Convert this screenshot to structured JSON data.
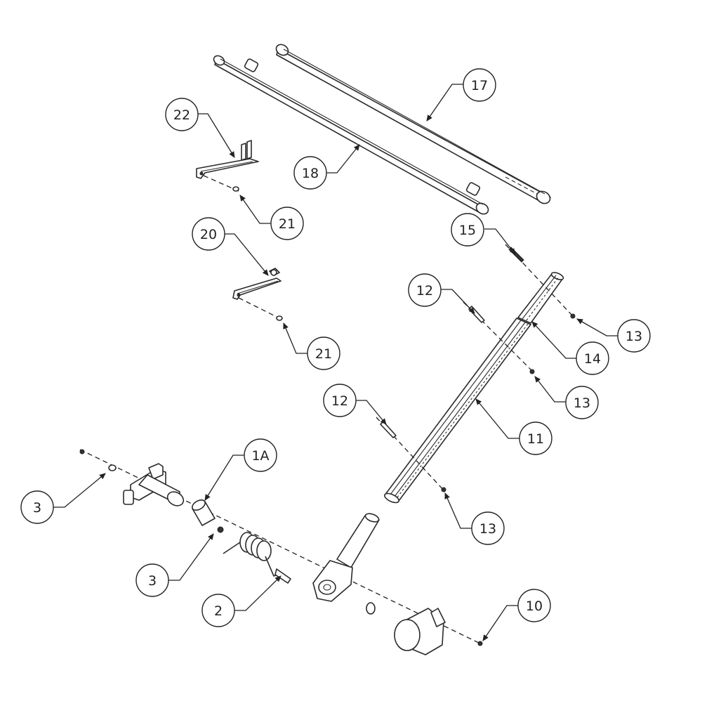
{
  "diagram": {
    "callouts": [
      {
        "id": "c17",
        "label": "17"
      },
      {
        "id": "c22",
        "label": "22"
      },
      {
        "id": "c18",
        "label": "18"
      },
      {
        "id": "c21a",
        "label": "21"
      },
      {
        "id": "c15",
        "label": "15"
      },
      {
        "id": "c20",
        "label": "20"
      },
      {
        "id": "c12a",
        "label": "12"
      },
      {
        "id": "c13a",
        "label": "13"
      },
      {
        "id": "c14",
        "label": "14"
      },
      {
        "id": "c21b",
        "label": "21"
      },
      {
        "id": "c13b",
        "label": "13"
      },
      {
        "id": "c12b",
        "label": "12"
      },
      {
        "id": "c11",
        "label": "11"
      },
      {
        "id": "c1a",
        "label": "1A"
      },
      {
        "id": "c3a",
        "label": "3"
      },
      {
        "id": "c13c",
        "label": "13"
      },
      {
        "id": "c3b",
        "label": "3"
      },
      {
        "id": "c10",
        "label": "10"
      },
      {
        "id": "c2",
        "label": "2"
      }
    ]
  }
}
